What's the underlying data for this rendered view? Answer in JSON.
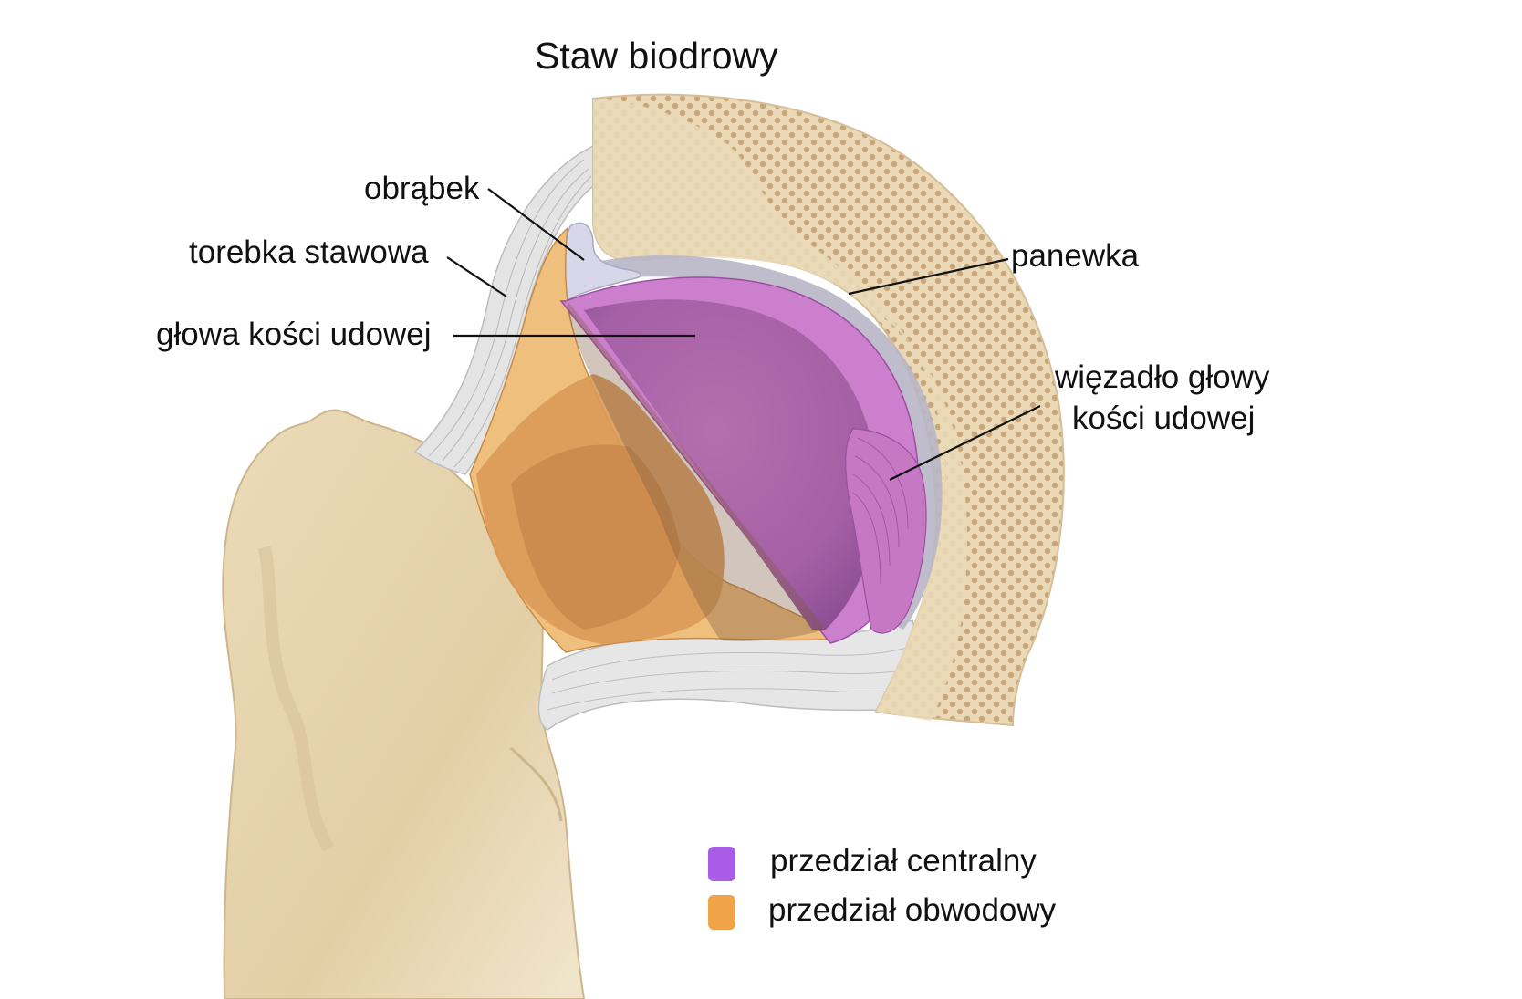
{
  "title": "Staw biodrowy",
  "labels": {
    "labrum": "obrąbek",
    "capsule": "torebka stawowa",
    "femoral_head": "głowa kości udowej",
    "acetabulum": "panewka",
    "ligament_line1": "więzadło głowy",
    "ligament_line2": "kości udowej"
  },
  "legend": [
    {
      "label": "przedział centralny",
      "color": "#a95ce6"
    },
    {
      "label": "przedział obwodowy",
      "color": "#eea447"
    }
  ],
  "colors": {
    "bone": "#e9d8b4",
    "bone_dots": "#c9a577",
    "central": "#b05ab4",
    "peripheral": "#e2a05a",
    "capsule": "#dedede",
    "labrum": "#d6d6ec"
  }
}
